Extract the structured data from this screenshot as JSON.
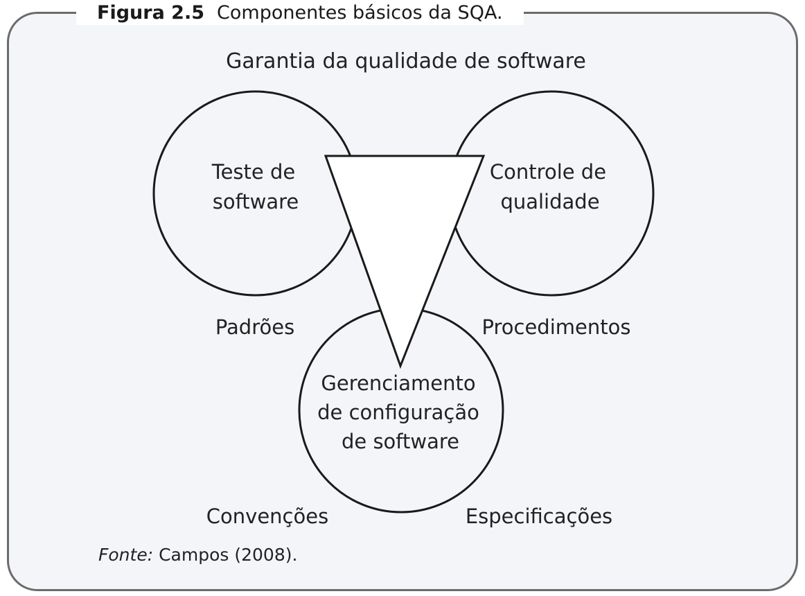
{
  "figure": {
    "number": "Figura 2.5",
    "title": "Componentes básicos da SQA."
  },
  "diagram": {
    "heading": "Garantia da qualidade de software",
    "circles": {
      "left": [
        "Teste de",
        "software"
      ],
      "right": [
        "Controle de",
        "qualidade"
      ],
      "bottom": [
        "Gerenciamento",
        "de configuração",
        "de software"
      ]
    },
    "labels": {
      "padroes": "Padrões",
      "procedimentos": "Procedimentos",
      "convencoes": "Convenções",
      "especificacoes": "Especificações"
    }
  },
  "source": {
    "label": "Fonte:",
    "text": "Campos (2008)."
  }
}
